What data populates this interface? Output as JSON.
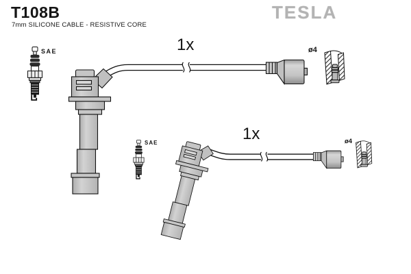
{
  "header": {
    "part_number": "T108B",
    "description": "7mm SILICONE CABLE - RESISTIVE CORE",
    "brand_logo": "TESLA"
  },
  "assemblies": [
    {
      "quantity_label": "1x",
      "spark_plug_label": "SAE",
      "terminal_label": "ø4"
    },
    {
      "quantity_label": "1x",
      "spark_plug_label": "SAE",
      "terminal_label": "ø4"
    }
  ],
  "colors": {
    "background": "#ffffff",
    "line": "#111111",
    "boot_fill": "#c6c6c6",
    "logo_gray": "#b3b3b3",
    "terminal_fill": "#b9b9b9",
    "text": "#151515"
  }
}
